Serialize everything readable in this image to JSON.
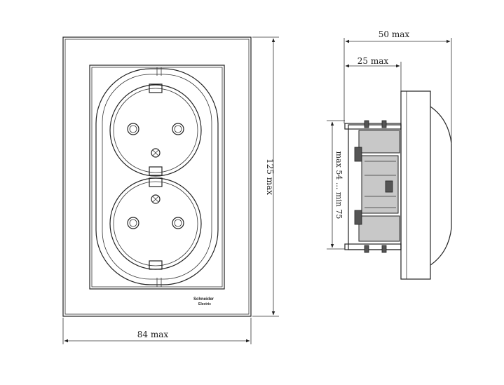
{
  "front_view": {
    "width_dimension": "84 max",
    "height_dimension": "125 max",
    "logo_line1": "Schneider",
    "logo_line2": "Electric"
  },
  "side_view": {
    "total_depth_dimension": "50 max",
    "front_depth_dimension": "25 max",
    "mounting_span_dimension": "max 54 ... min 75"
  },
  "colors": {
    "line": "#222222",
    "background": "#ffffff",
    "fill": "#c8c8c8"
  }
}
